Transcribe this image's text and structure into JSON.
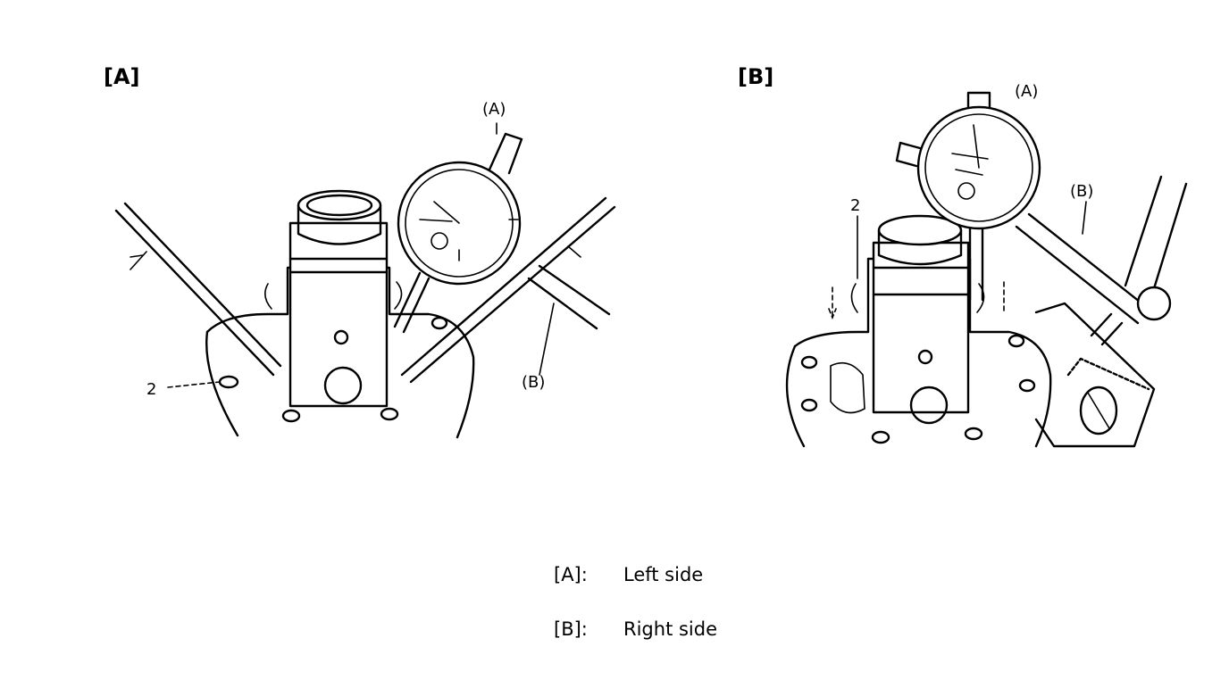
{
  "panels": {
    "a": {
      "label": "[A]",
      "dial_label": "(A)",
      "arm_label": "(B)",
      "part_number": "2"
    },
    "b": {
      "label": "[B]",
      "dial_label": "(A)",
      "arm_label": "(B)",
      "part_number": "2"
    }
  },
  "legend": [
    {
      "key": "[A]:",
      "text": "Left side"
    },
    {
      "key": "[B]:",
      "text": "Right side"
    }
  ]
}
